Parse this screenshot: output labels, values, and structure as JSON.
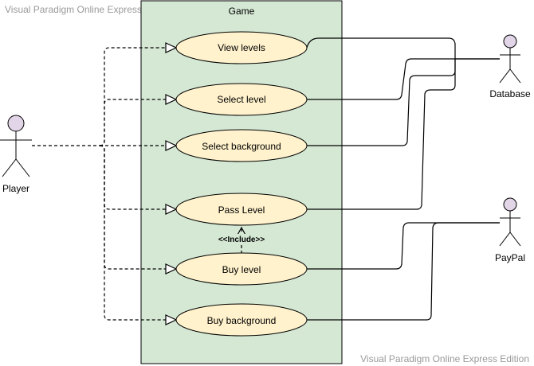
{
  "watermark_top": "Visual Paradigm Online Express Edition",
  "watermark_bottom": "Visual Paradigm Online Express Edition",
  "system": {
    "title": "Game",
    "fill": "#d5e8d4"
  },
  "actors": {
    "player": "Player",
    "database": "Database",
    "paypal": "PayPal"
  },
  "use_cases": {
    "view_levels": "View levels",
    "select_level": "Select level",
    "select_background": "Select background",
    "pass_level": "Pass Level",
    "buy_level": "Buy level",
    "buy_background": "Buy background"
  },
  "include_label": "<<Include>>",
  "colors": {
    "use_case_fill": "#fff2cc",
    "actor_head": "#e1d5e7"
  }
}
